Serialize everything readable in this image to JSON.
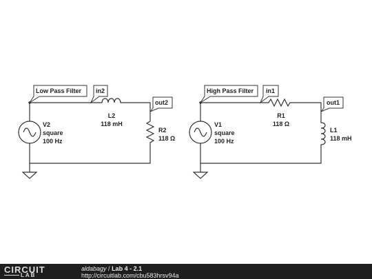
{
  "left_circuit": {
    "flag_label": "Low Pass Filter",
    "in_label": "in2",
    "out_label": "out2",
    "source": {
      "name": "V2",
      "type": "square",
      "freq": "100 Hz"
    },
    "inductor": {
      "name": "L2",
      "value": "118 mH"
    },
    "resistor": {
      "name": "R2",
      "value": "118 Ω"
    }
  },
  "right_circuit": {
    "flag_label": "High Pass Filter",
    "in_label": "in1",
    "out_label": "out1",
    "source": {
      "name": "V1",
      "type": "square",
      "freq": "100 Hz"
    },
    "resistor": {
      "name": "R1",
      "value": "118 Ω"
    },
    "inductor": {
      "name": "L1",
      "value": "118 mH"
    }
  },
  "footer": {
    "logo_top": "CIRCUIT",
    "logo_bottom": "LAB",
    "author": "aldabagy",
    "separator": " / ",
    "title": "Lab 4 - 2.1",
    "url": "http://circuitlab.com/cbu583hrsv94a"
  }
}
